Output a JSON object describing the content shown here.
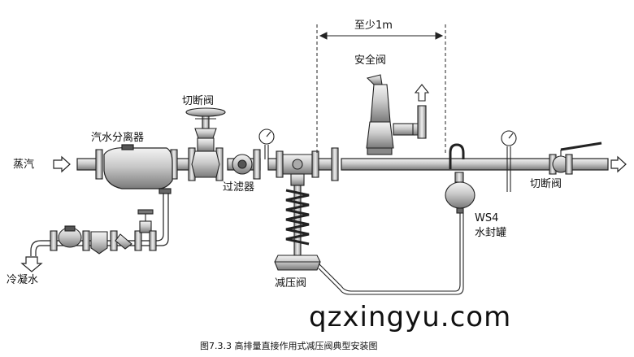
{
  "labels": {
    "steam_inlet": "蒸汽",
    "separator": "汽水分离器",
    "shutoff_valve_left": "切断阀",
    "strainer": "过滤器",
    "distance": "至少1m",
    "safety_valve": "安全阀",
    "pressure_reducing_valve": "减压阀",
    "ws4": "WS4",
    "water_seal": "水封罐",
    "shutoff_valve_right": "切断阀",
    "condensate": "冷凝水"
  },
  "watermark": "qzxingyu.com",
  "caption": "图7.3.3 高排量直接作用式减压阀典型安装图"
}
